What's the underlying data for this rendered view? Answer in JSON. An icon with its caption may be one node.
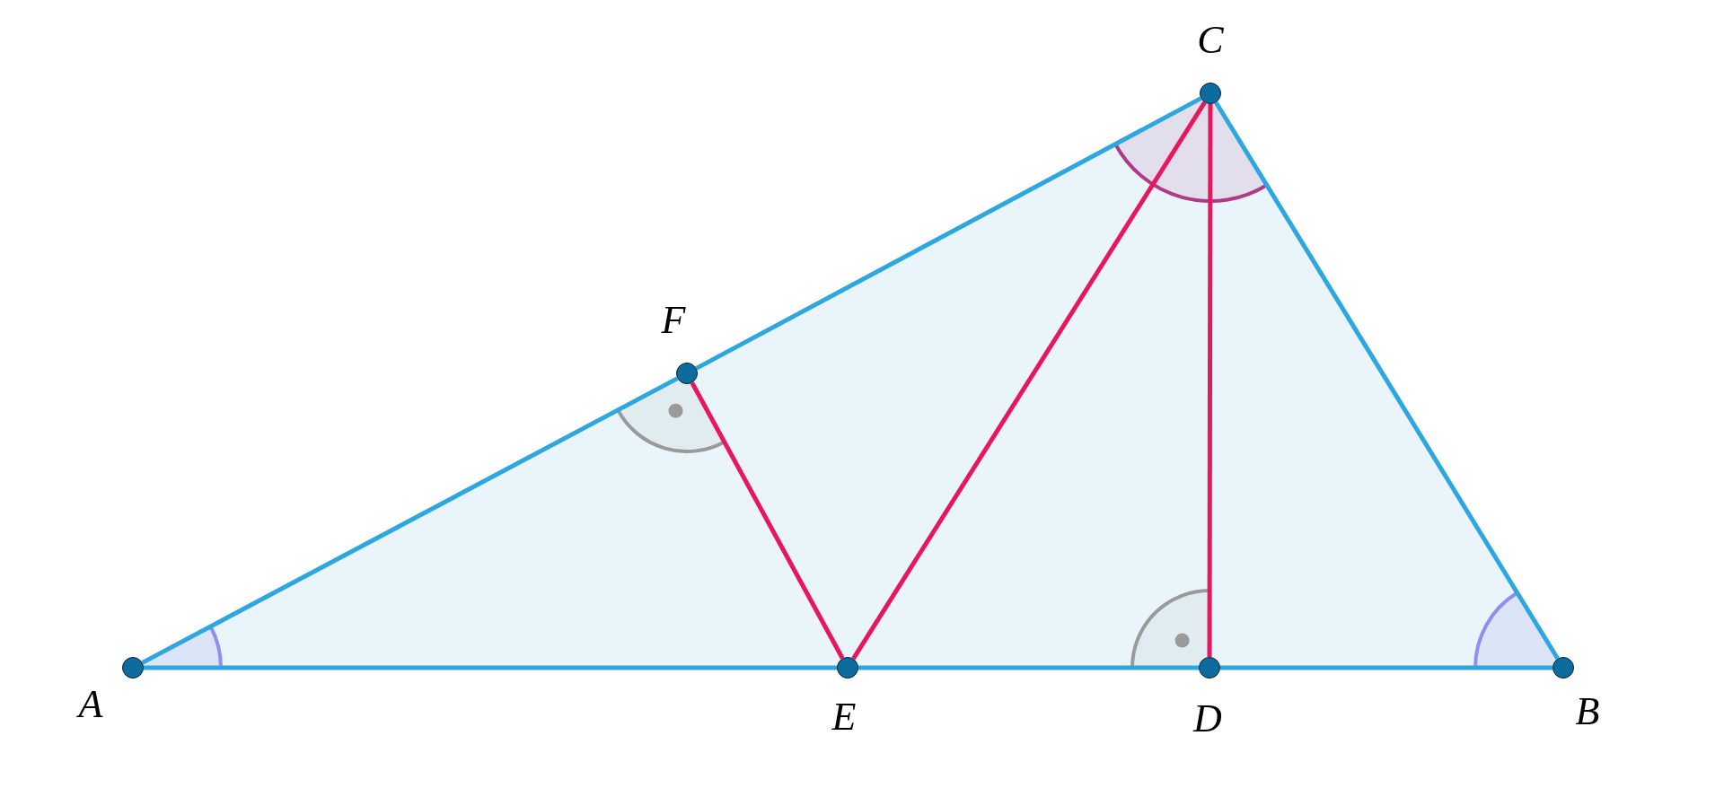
{
  "diagram": {
    "nodes": [
      {
        "text": [
          "C"
        ]
      },
      {
        "text": [
          "F"
        ]
      },
      {
        "text": [
          "A"
        ]
      },
      {
        "text": [
          "E"
        ]
      },
      {
        "text": [
          "D"
        ]
      },
      {
        "text": [
          "B"
        ]
      }
    ],
    "edges": [
      {
        "from": 2,
        "to": 1,
        "arrow": "none"
      },
      {
        "from": 1,
        "to": 0,
        "arrow": "none"
      },
      {
        "from": 0,
        "to": 5,
        "arrow": "none"
      },
      {
        "from": 2,
        "to": 3,
        "arrow": "none"
      },
      {
        "from": 3,
        "to": 4,
        "arrow": "none"
      },
      {
        "from": 4,
        "to": 5,
        "arrow": "none"
      },
      {
        "from": 1,
        "to": 3,
        "arrow": "none",
        "color": "#e8175d"
      },
      {
        "from": 3,
        "to": 0,
        "arrow": "none",
        "color": "#e8175d"
      },
      {
        "from": 0,
        "to": 4,
        "arrow": "none",
        "color": "#e8175d"
      }
    ]
  }
}
